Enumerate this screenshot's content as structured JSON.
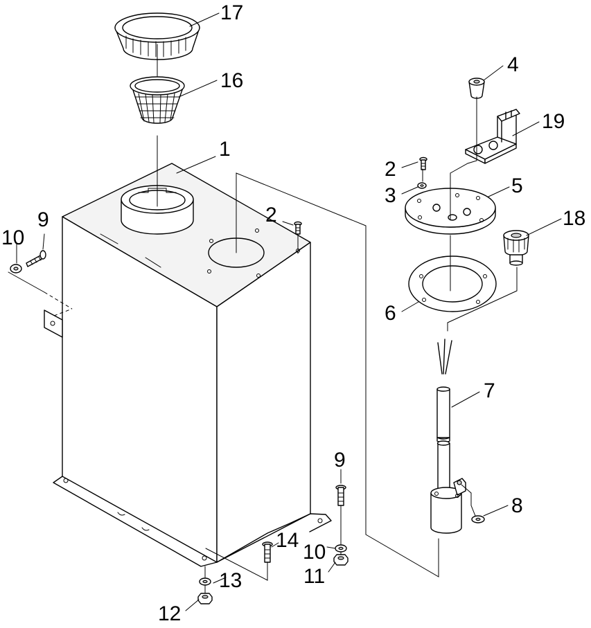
{
  "callouts": [
    {
      "id": "1",
      "label": "1"
    },
    {
      "id": "2a",
      "label": "2"
    },
    {
      "id": "2b",
      "label": "2"
    },
    {
      "id": "3",
      "label": "3"
    },
    {
      "id": "4",
      "label": "4"
    },
    {
      "id": "5",
      "label": "5"
    },
    {
      "id": "6",
      "label": "6"
    },
    {
      "id": "7",
      "label": "7"
    },
    {
      "id": "8",
      "label": "8"
    },
    {
      "id": "9a",
      "label": "9"
    },
    {
      "id": "9b",
      "label": "9"
    },
    {
      "id": "10a",
      "label": "10"
    },
    {
      "id": "10b",
      "label": "10"
    },
    {
      "id": "11",
      "label": "11"
    },
    {
      "id": "12",
      "label": "12"
    },
    {
      "id": "13",
      "label": "13"
    },
    {
      "id": "14",
      "label": "14"
    },
    {
      "id": "16",
      "label": "16"
    },
    {
      "id": "17",
      "label": "17"
    },
    {
      "id": "18",
      "label": "18"
    },
    {
      "id": "19",
      "label": "19"
    }
  ]
}
